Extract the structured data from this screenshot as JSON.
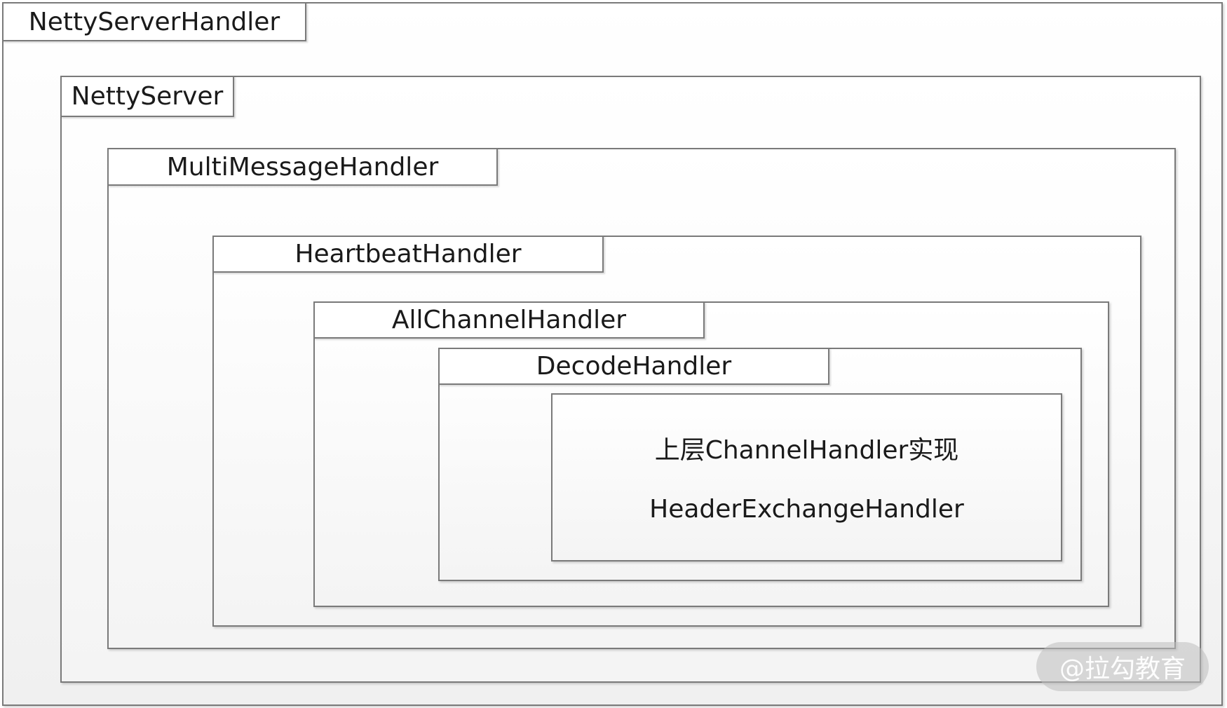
{
  "frames": [
    {
      "label": "NettyServerHandler"
    },
    {
      "label": "NettyServer"
    },
    {
      "label": "MultiMessageHandler"
    },
    {
      "label": "HeartbeatHandler"
    },
    {
      "label": "AllChannelHandler"
    },
    {
      "label": "DecodeHandler"
    }
  ],
  "inner": {
    "line1": "上层ChannelHandler实现",
    "line2": "HeaderExchangeHandler"
  },
  "watermark": "@拉勾教育"
}
